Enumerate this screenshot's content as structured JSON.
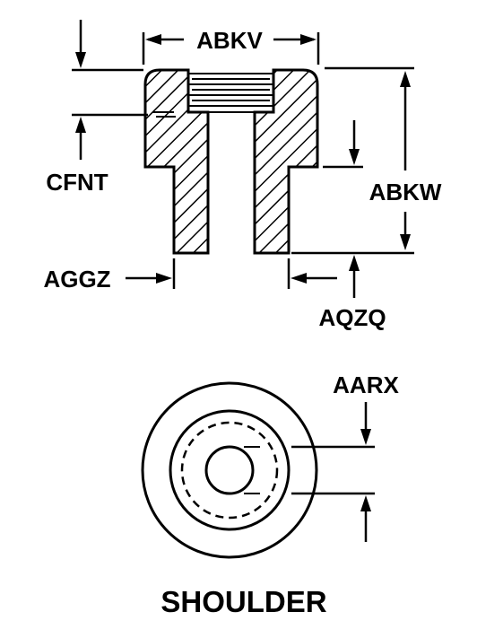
{
  "part_name": "SHOULDER",
  "dimensions": {
    "abkv": "ABKV",
    "abkw": "ABKW",
    "cfnt": "CFNT",
    "aggz": "AGGZ",
    "aqzq": "AQZQ",
    "aarx": "AARX"
  },
  "colors": {
    "ink": "#000000",
    "paper": "#ffffff"
  }
}
